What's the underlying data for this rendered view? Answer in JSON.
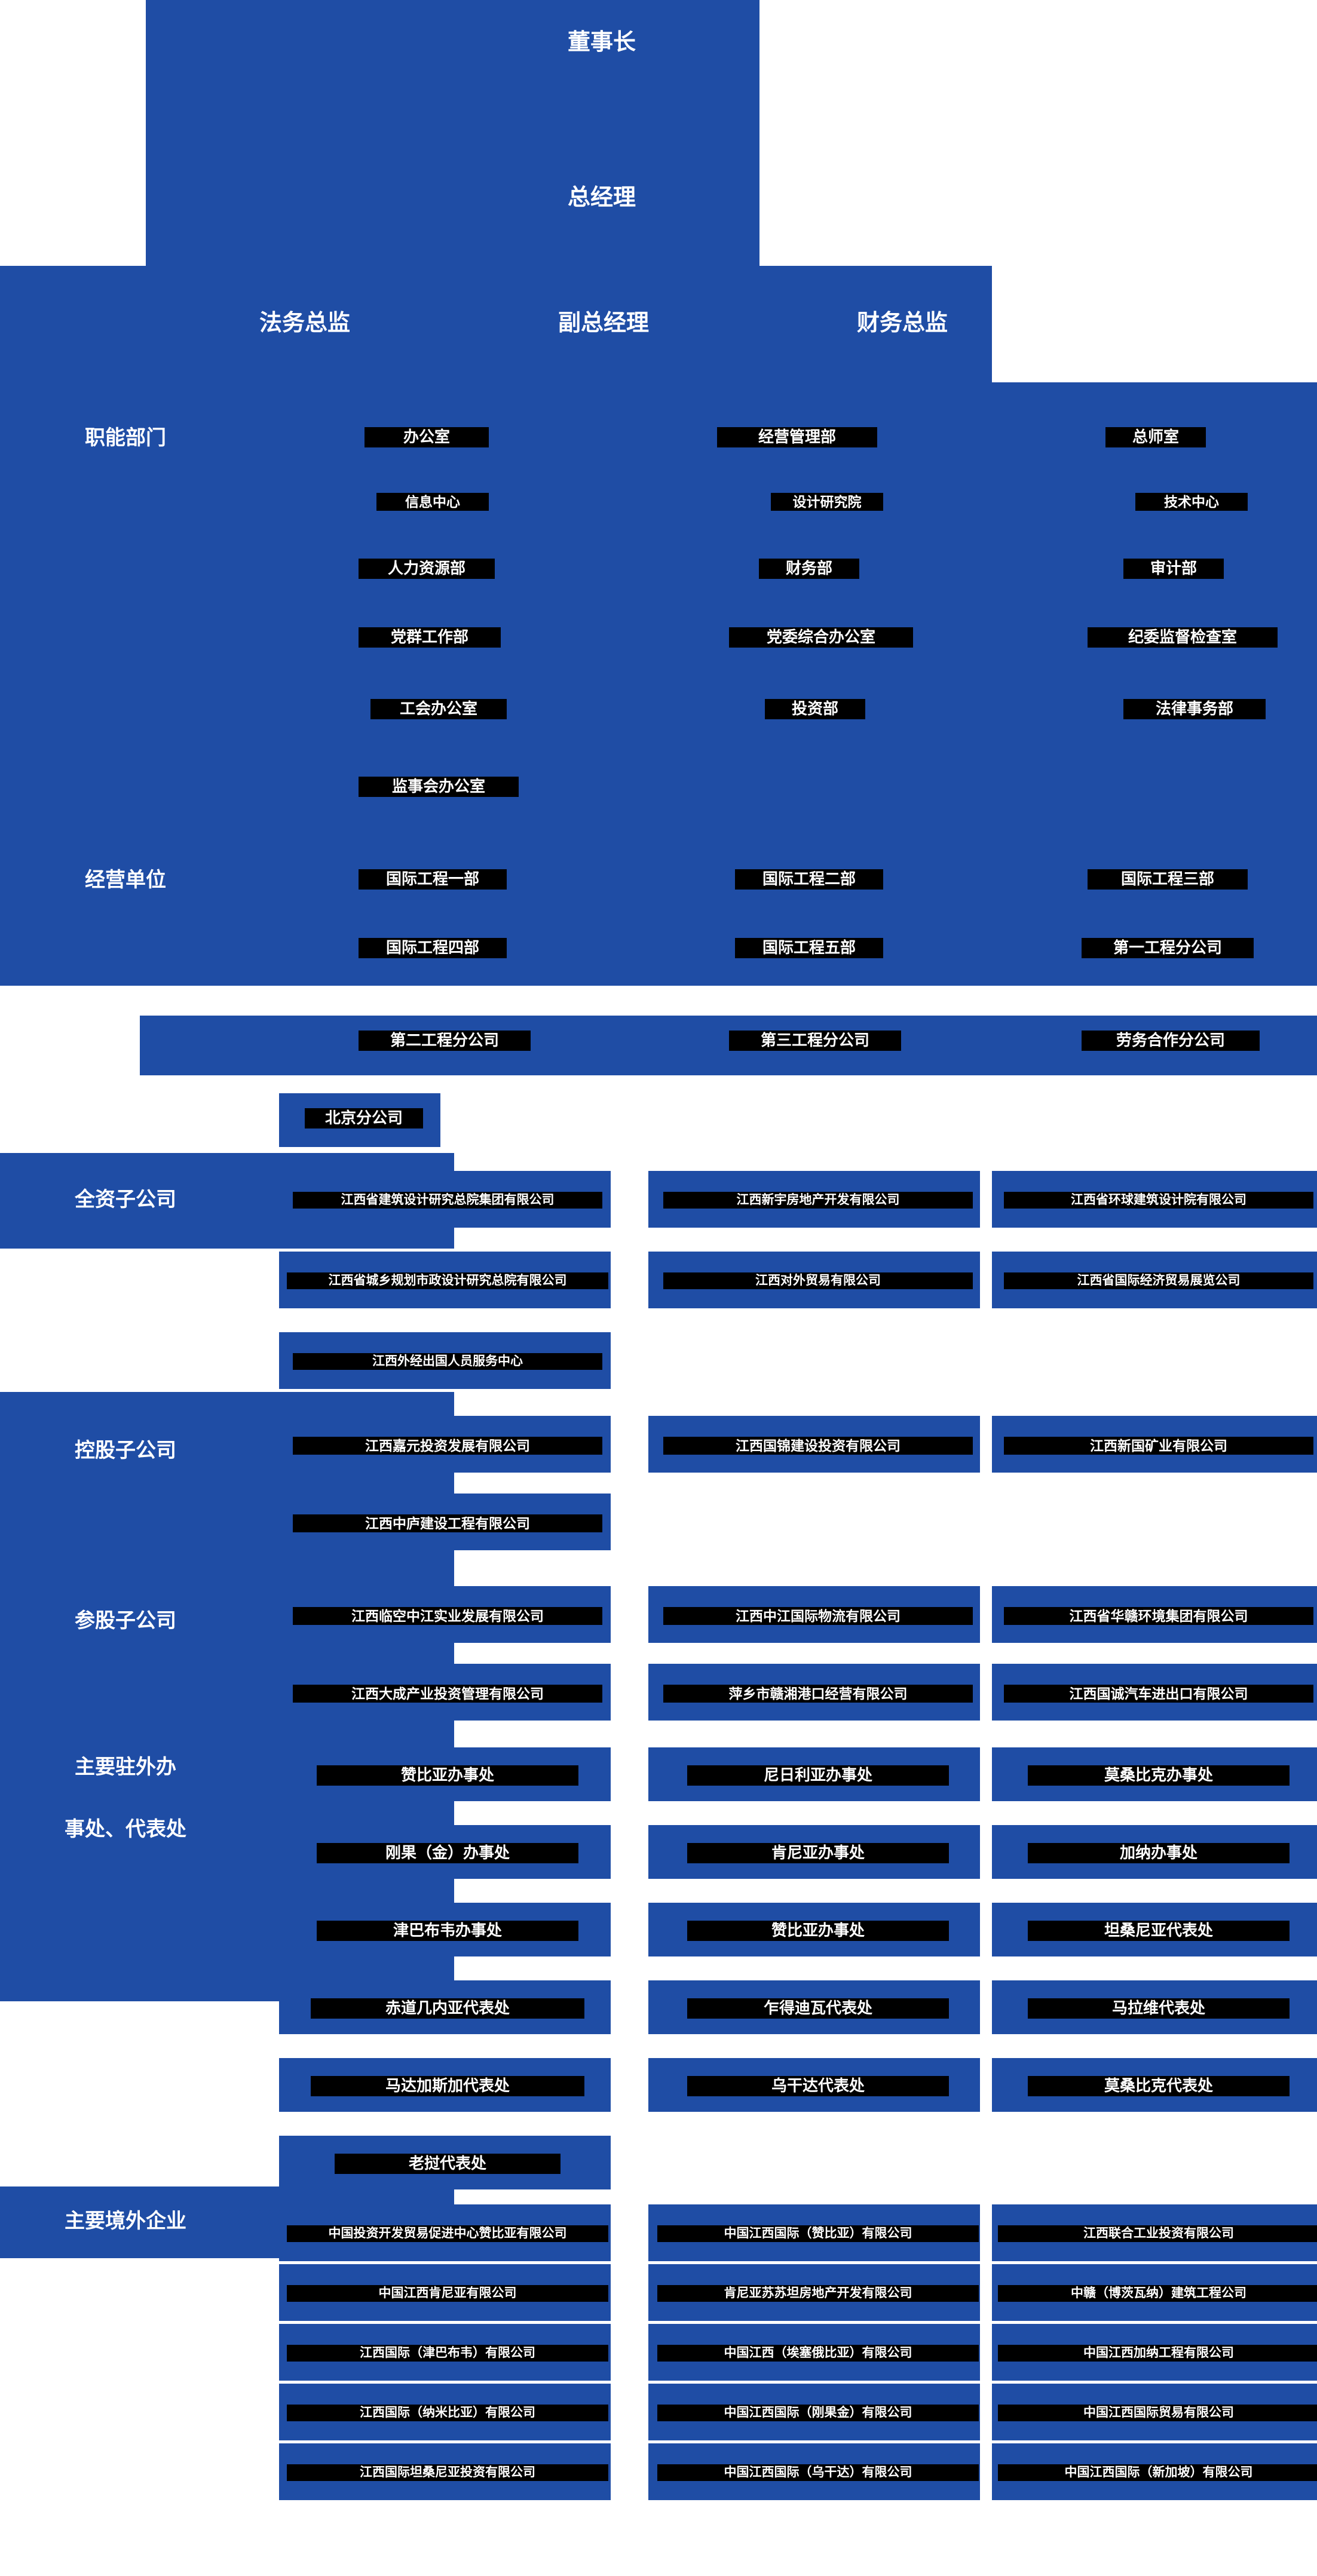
{
  "theme": {
    "brand_blue": "#1f4da5",
    "text_white": "#ffffff",
    "text_knockout": "#000000",
    "page_bg": "#ffffff"
  },
  "executives": {
    "chairman": "董事长",
    "general_manager": "总经理",
    "legal_director": "法务总监",
    "deputy_general_manager": "副总经理",
    "finance_director": "财务总监"
  },
  "sections": [
    {
      "id": "functional-departments",
      "label": "职能部门",
      "rows": [
        [
          "办公室",
          "经营管理部",
          "总师室"
        ],
        [
          "信息中心",
          "设计研究院",
          "技术中心"
        ],
        [
          "人力资源部",
          "财务部",
          "审计部"
        ],
        [
          "党群工作部",
          "党委综合办公室",
          "纪委监督检查室"
        ],
        [
          "工会办公室",
          "投资部",
          "法律事务部"
        ],
        [
          "监事会办公室",
          "",
          ""
        ]
      ]
    },
    {
      "id": "business-units",
      "label": "经营单位",
      "rows": [
        [
          "国际工程一部",
          "国际工程二部",
          "国际工程三部"
        ],
        [
          "国际工程四部",
          "国际工程五部",
          "第一工程分公司"
        ],
        [
          "第二工程分公司",
          "第三工程分公司",
          "劳务合作分公司"
        ],
        [
          "北京分公司",
          "",
          ""
        ]
      ]
    },
    {
      "id": "wholly-owned-subsidiaries",
      "label": "全资子公司",
      "rows": [
        [
          "江西省建筑设计研究总院集团有限公司",
          "江西新宇房地产开发有限公司",
          "江西省环球建筑设计院有限公司"
        ],
        [
          "江西省城乡规划市政设计研究总院有限公司",
          "江西对外贸易有限公司",
          "江西省国际经济贸易展览公司"
        ],
        [
          "江西外经出国人员服务中心",
          "",
          ""
        ]
      ]
    },
    {
      "id": "holding-subsidiaries",
      "label": "控股子公司",
      "rows": [
        [
          "江西嘉元投资发展有限公司",
          "江西国锦建设投资有限公司",
          "江西新国矿业有限公司"
        ],
        [
          "江西中庐建设工程有限公司",
          "",
          ""
        ]
      ]
    },
    {
      "id": "equity-subsidiaries",
      "label": "参股子公司",
      "rows": [
        [
          "江西临空中江实业发展有限公司",
          "江西中江国际物流有限公司",
          "江西省华赣环境集团有限公司"
        ],
        [
          "江西大成产业投资管理有限公司",
          "萍乡市赣湘港口经营有限公司",
          "江西国诚汽车进出口有限公司"
        ]
      ]
    },
    {
      "id": "overseas-offices",
      "label": "主要驻外办\n事处、代表处",
      "label_line1": "主要驻外办",
      "label_line2": "事处、代表处",
      "rows": [
        [
          "赞比亚办事处",
          "尼日利亚办事处",
          "莫桑比克办事处"
        ],
        [
          "刚果（金）办事处",
          "肯尼亚办事处",
          "加纳办事处"
        ],
        [
          "津巴布韦办事处",
          "赞比亚办事处",
          "坦桑尼亚代表处"
        ],
        [
          "赤道几内亚代表处",
          "乍得迪瓦代表处",
          "马拉维代表处"
        ],
        [
          "马达加斯加代表处",
          "乌干达代表处",
          "莫桑比克代表处"
        ],
        [
          "老挝代表处",
          "",
          ""
        ]
      ]
    },
    {
      "id": "overseas-enterprises",
      "label": "主要境外企业",
      "rows": [
        [
          "中国投资开发贸易促进中心赞比亚有限公司",
          "中国江西国际（赞比亚）有限公司",
          "江西联合工业投资有限公司"
        ],
        [
          "中国江西肯尼亚有限公司",
          "肯尼亚苏苏坦房地产开发有限公司",
          "中赣（博茨瓦纳）建筑工程公司"
        ],
        [
          "江西国际（津巴布韦）有限公司",
          "中国江西（埃塞俄比亚）有限公司",
          "中国江西加纳工程有限公司"
        ],
        [
          "江西国际（纳米比亚）有限公司",
          "中国江西国际（刚果金）有限公司",
          "中国江西国际贸易有限公司"
        ],
        [
          "江西国际坦桑尼亚投资有限公司",
          "中国江西国际（乌干达）有限公司",
          "中国江西国际（新加坡）有限公司"
        ]
      ]
    }
  ]
}
